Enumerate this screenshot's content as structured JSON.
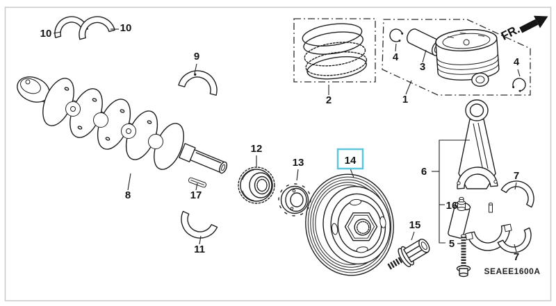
{
  "figure": {
    "fr_label": "FR.",
    "diagram_code": "SEAEE1600A",
    "highlight_color": "#5ec6da",
    "selected_callout": "14",
    "line_color": "#1d1d1d"
  },
  "callouts": {
    "c1": "1",
    "c2": "2",
    "c3": "3",
    "c4a": "4",
    "c4b": "4",
    "c5": "5",
    "c6": "6",
    "c7a": "7",
    "c7b": "7",
    "c8": "8",
    "c9": "9",
    "c10a": "10",
    "c10b": "10",
    "c11": "11",
    "c12": "12",
    "c13": "13",
    "c14": "14",
    "c15": "15",
    "c16": "16",
    "c17": "17"
  }
}
